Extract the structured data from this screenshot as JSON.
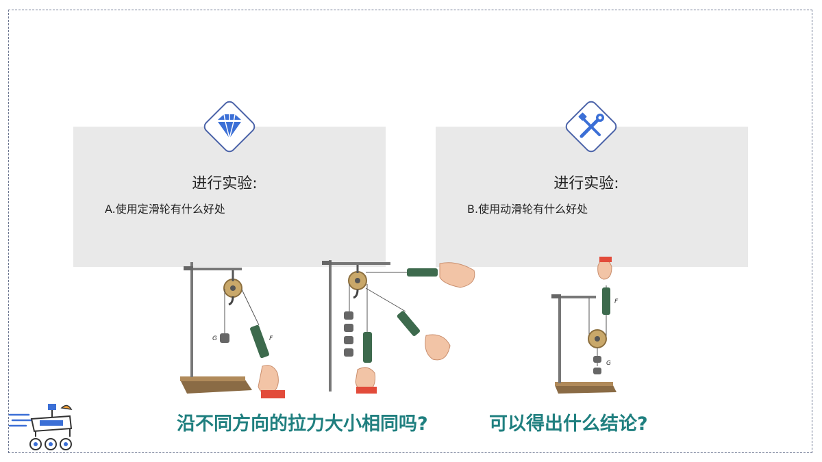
{
  "cards": [
    {
      "icon": "diamond-icon",
      "title": "进行实验:",
      "subtitle": "A.使用定滑轮有什么好处"
    },
    {
      "icon": "tools-icon",
      "title": "进行实验:",
      "subtitle": "B.使用动滑轮有什么好处"
    }
  ],
  "illustrations": {
    "fixed_pulley_label_g": "G",
    "fixed_pulley_label_f": "F",
    "movable_pulley_label_f": "F",
    "movable_pulley_label_g": "G"
  },
  "questions": [
    "沿不同方向的拉力大小相同吗?",
    "可以得出什么结论?"
  ],
  "colors": {
    "accent_blue": "#3b6fd6",
    "badge_border": "#4a62a8",
    "question_teal": "#1f7f7f",
    "card_bg": "#e9e9e9"
  }
}
